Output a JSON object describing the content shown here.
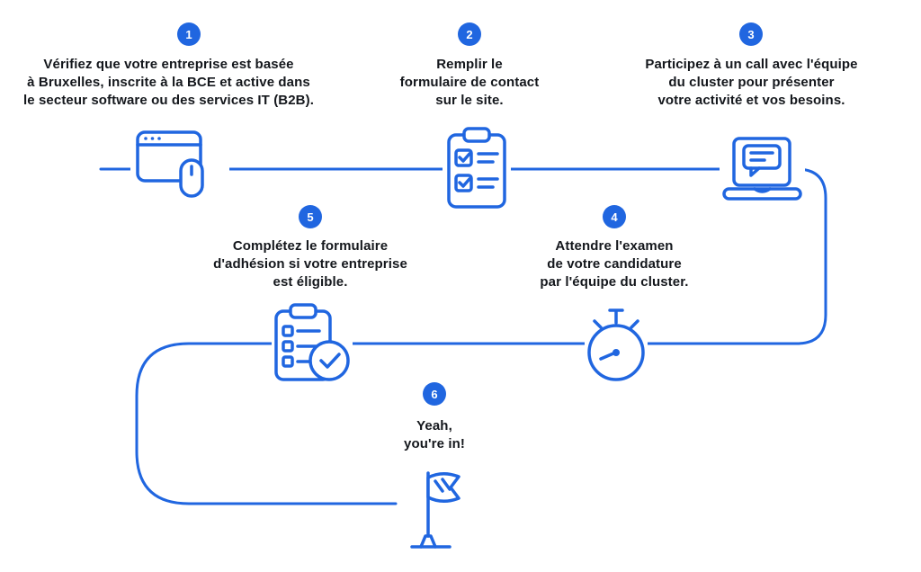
{
  "diagram": {
    "title_semantic": "membership-process-steps",
    "accent_color": "#2066E0",
    "text_color": "#14171c",
    "steps": [
      {
        "number": "1",
        "label": "Vérifiez que votre entreprise est basée\nà Bruxelles, inscrite à la BCE et active dans\nle secteur software ou des services IT (B2B).",
        "icon": "browser-mouse-icon"
      },
      {
        "number": "2",
        "label": "Remplir le\nformulaire de contact\nsur le site.",
        "icon": "clipboard-checklist-icon"
      },
      {
        "number": "3",
        "label": "Participez à un call avec l'équipe\ndu cluster pour présenter\nvotre activité et vos besoins.",
        "icon": "laptop-chat-icon"
      },
      {
        "number": "4",
        "label": "Attendre l'examen\nde votre candidature\npar l'équipe du cluster.",
        "icon": "stopwatch-icon"
      },
      {
        "number": "5",
        "label": "Complétez le formulaire\nd'adhésion si votre entreprise\nest éligible.",
        "icon": "clipboard-approved-icon"
      },
      {
        "number": "6",
        "label": "Yeah,\nyou're in!",
        "icon": "flag-icon"
      }
    ]
  }
}
